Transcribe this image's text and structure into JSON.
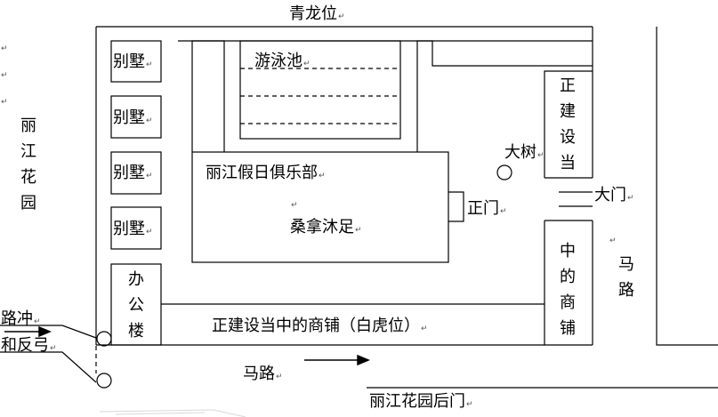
{
  "labels": {
    "qinglong": "青龙位",
    "villa": "别墅",
    "pool": "游泳池",
    "club": "丽江假日俱乐部",
    "sauna": "桑拿沐足",
    "main_door": "正门",
    "big_tree": "大树",
    "gate": "大门",
    "office": "办公楼",
    "shops_bottom": "正建设当中的商铺（白虎位）",
    "shops_right_top": "正建设当",
    "shops_right_bottom": "中的商铺",
    "road_right": "马路",
    "road_bottom": "马路",
    "garden": "丽江花园",
    "garden_back_gate": "丽江花园后门",
    "road_clash_1": "路冲",
    "road_clash_2": "和反弓"
  },
  "paragraph_mark": "↵"
}
